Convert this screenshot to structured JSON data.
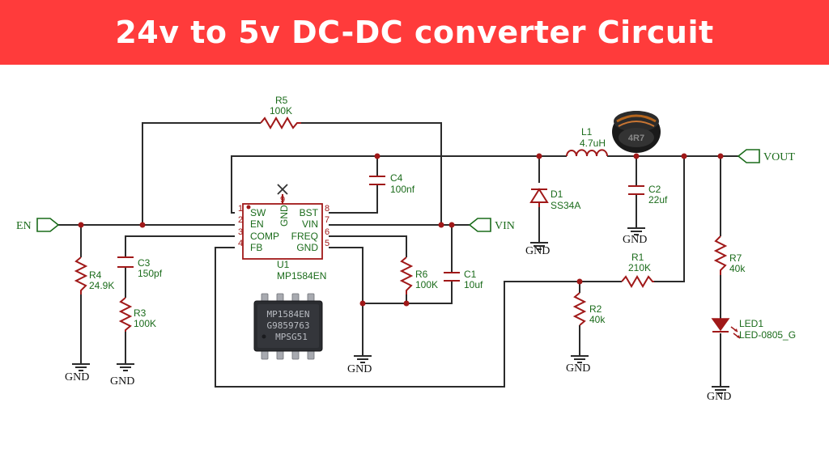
{
  "title": "24v to 5v DC-DC converter Circuit",
  "nets": {
    "en": "EN",
    "vin": "VIN",
    "vout": "VOUT",
    "gnd": "GND"
  },
  "ic": {
    "ref": "U1",
    "value": "MP1584EN",
    "pins_left": [
      "SW",
      "EN",
      "COMP",
      "FB"
    ],
    "pins_right": [
      "BST",
      "VIN",
      "FREQ",
      "GND"
    ],
    "nums_left": [
      "1",
      "2",
      "3",
      "4"
    ],
    "nums_right": [
      "8",
      "7",
      "6",
      "5"
    ],
    "pin9": "9",
    "pin9_label": "GND"
  },
  "chip_photo": {
    "line1": "MP1584EN",
    "line2": "G9859763",
    "line3": "MPSG51"
  },
  "inductor_marking": "4R7",
  "components": {
    "R5": {
      "ref": "R5",
      "value": "100K"
    },
    "R4": {
      "ref": "R4",
      "value": "24.9K"
    },
    "C3": {
      "ref": "C3",
      "value": "150pf"
    },
    "R3": {
      "ref": "R3",
      "value": "100K"
    },
    "C4": {
      "ref": "C4",
      "value": "100nf"
    },
    "R6": {
      "ref": "R6",
      "value": "100K"
    },
    "C1": {
      "ref": "C1",
      "value": "10uf"
    },
    "L1": {
      "ref": "L1",
      "value": "4.7uH"
    },
    "D1": {
      "ref": "D1",
      "value": "SS34A"
    },
    "C2": {
      "ref": "C2",
      "value": "22uf"
    },
    "R1": {
      "ref": "R1",
      "value": "210K"
    },
    "R2": {
      "ref": "R2",
      "value": "40k"
    },
    "R7": {
      "ref": "R7",
      "value": "40k"
    },
    "LED1": {
      "ref": "LED1",
      "value": "LED-0805_G"
    }
  },
  "colors": {
    "banner": "#ff3b3b",
    "wire": "#2b2b2b",
    "component": "#a01818",
    "label": "#1a6b1a"
  }
}
